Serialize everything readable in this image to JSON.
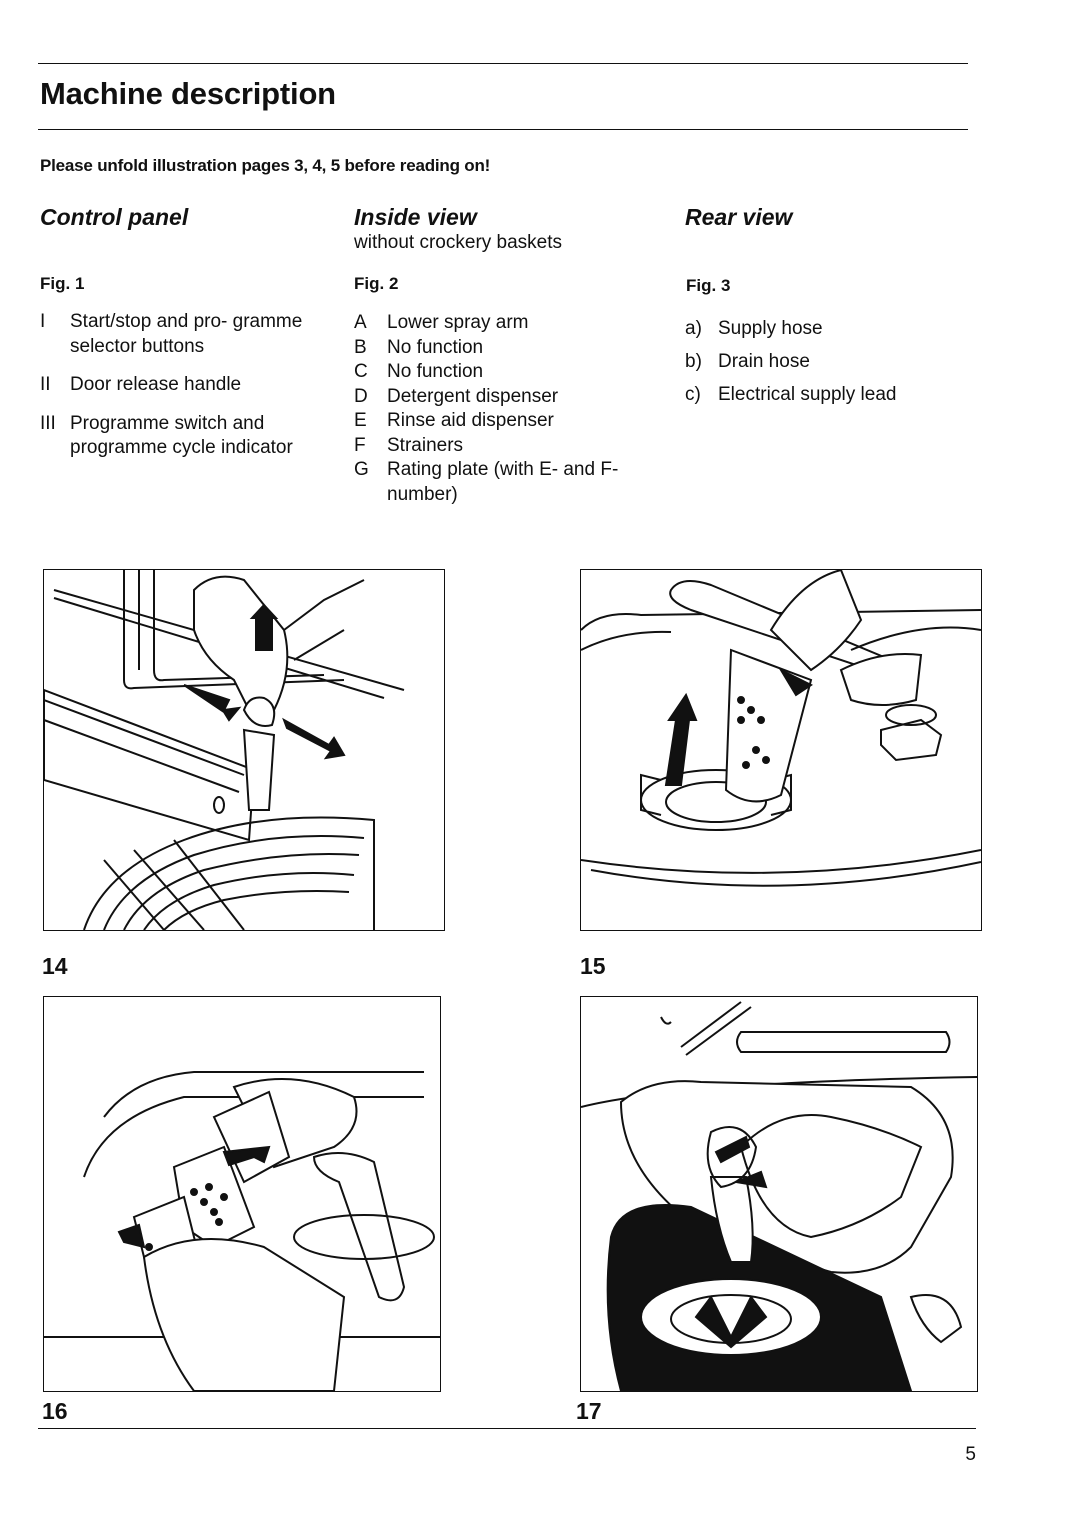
{
  "page": {
    "title": "Machine description",
    "notice": "Please unfold illustration pages 3, 4, 5 before reading on!",
    "page_number": "5"
  },
  "columns": {
    "control_panel": {
      "heading": "Control panel",
      "fig": "Fig. 1",
      "items": [
        {
          "key": "I",
          "text": "Start/stop and pro- gramme selector buttons"
        },
        {
          "key": "II",
          "text": "Door release handle"
        },
        {
          "key": "III",
          "text": "Programme switch and programme cycle indicator"
        }
      ]
    },
    "inside_view": {
      "heading": "Inside view",
      "subheading": "without crockery baskets",
      "fig": "Fig. 2",
      "items": [
        {
          "key": "A",
          "text": "Lower spray arm"
        },
        {
          "key": "B",
          "text": "No function"
        },
        {
          "key": "C",
          "text": "No function"
        },
        {
          "key": "D",
          "text": "Detergent dispenser"
        },
        {
          "key": "E",
          "text": "Rinse aid dispenser"
        },
        {
          "key": "F",
          "text": "Strainers"
        },
        {
          "key": "G",
          "text": "Rating plate (with E- and F-number)"
        }
      ]
    },
    "rear_view": {
      "heading": "Rear view",
      "fig": "Fig. 3",
      "items": [
        {
          "key": "a)",
          "text": "Supply hose"
        },
        {
          "key": "b)",
          "text": "Drain hose"
        },
        {
          "key": "c)",
          "text": "Electrical supply lead"
        }
      ]
    }
  },
  "illustrations": [
    {
      "number": "14",
      "icon": "door-handle-illustration"
    },
    {
      "number": "15",
      "icon": "strainer-removal-illustration"
    },
    {
      "number": "16",
      "icon": "strainer-cleaning-illustration"
    },
    {
      "number": "17",
      "icon": "strainer-reinsert-illustration"
    }
  ]
}
